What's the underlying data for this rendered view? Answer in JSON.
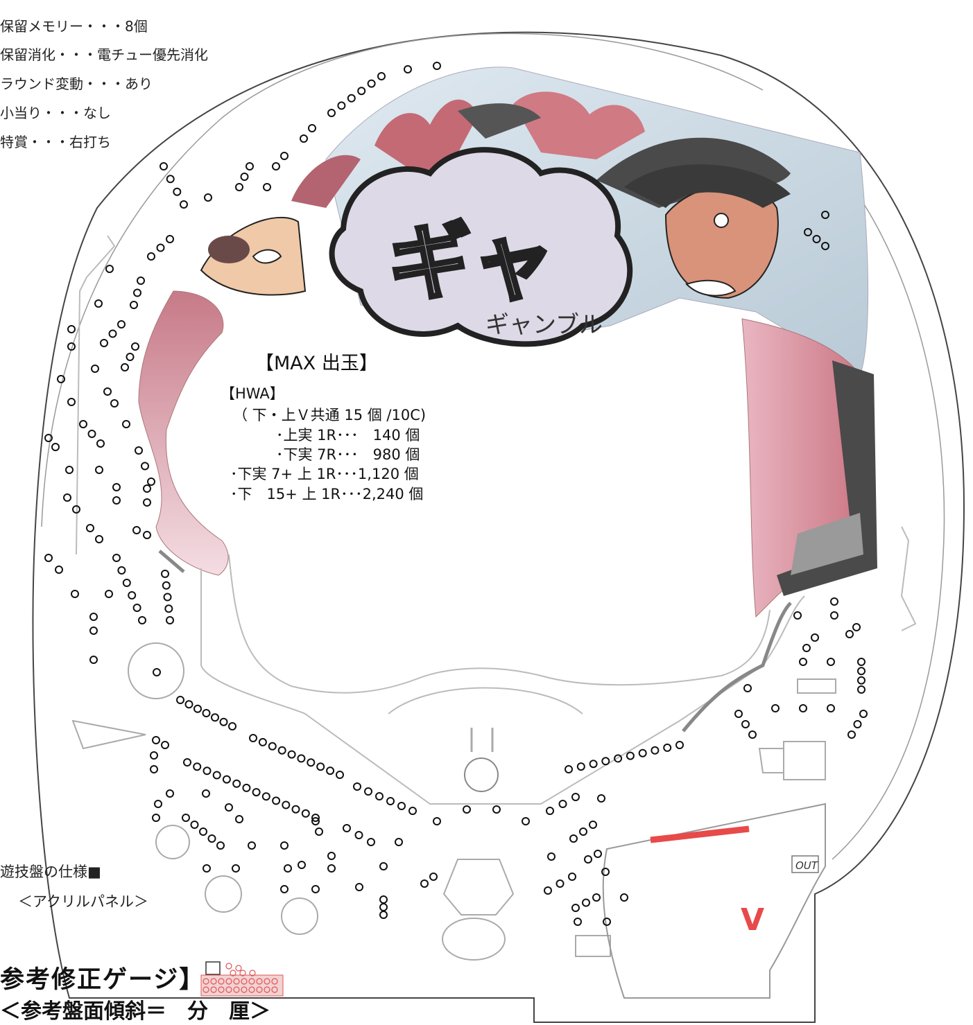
{
  "specs": [
    "保留メモリー・・・8個",
    "保留消化・・・電チュー優先消化",
    "ラウンド変動・・・あり",
    "小当り・・・なし",
    "特賞・・・右打ち"
  ],
  "max_payout": {
    "title": "【MAX 出玉】",
    "hwa_label": "【HWA】",
    "lines": [
      "（ 下・上Ｖ共通 15 個 /10C)",
      "･上実 1R･･･　140 個",
      "･下実 7R･･･　980 個",
      "･下実 7+ 上 1R･･･1,120 個",
      "･下　15+ 上 1R･･･2,240 個"
    ]
  },
  "board": {
    "out_label": "OUT",
    "v_label": "V",
    "logo_text": "ギャンブル"
  },
  "footer": {
    "board_spec": "遊技盤の仕様■",
    "acrylic": "＜アクリルパネル＞",
    "gauge_title": "参考修正ゲージ】",
    "tilt": "＜参考盤面傾斜＝　分　厘＞"
  },
  "colors": {
    "rail": "#777777",
    "nail": "#111111",
    "red_bar": "#e84a4a",
    "pink": "#d98a9a",
    "sky": "#c9dbe6"
  }
}
